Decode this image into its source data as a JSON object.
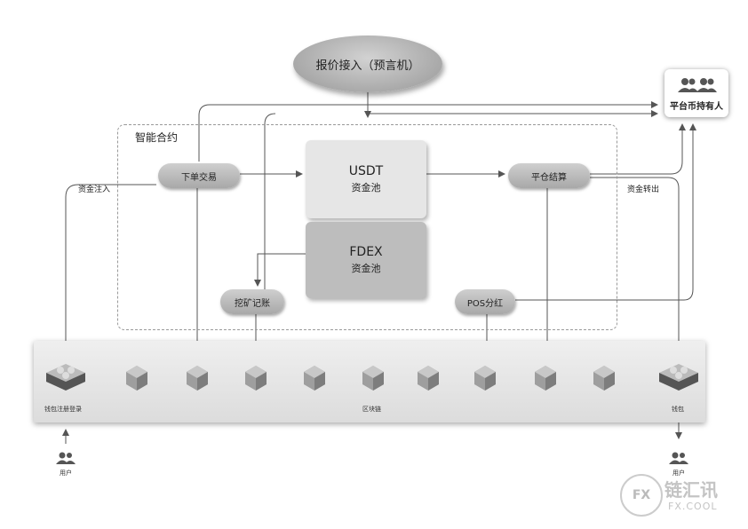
{
  "oracle": "报价接入（预言机）",
  "holders": "平台币持有人",
  "smart_contract": "智能合约",
  "nodes": {
    "place_order": "下单交易",
    "close_settle": "平仓结算",
    "mining": "挖矿记账",
    "pos": "POS分红"
  },
  "pools": {
    "usdt_name": "USDT",
    "usdt_sub": "资金池",
    "fdex_name": "FDEX",
    "fdex_sub": "资金池"
  },
  "flow_labels": {
    "fund_in": "资金注入",
    "fund_out": "资金转出"
  },
  "chain": {
    "wallet_register": "钱包注册登录",
    "blockchain": "区块链",
    "wallet": "钱包"
  },
  "user_label": "用户",
  "watermark": {
    "logo": "FX",
    "brand": "链汇讯",
    "domain": "FX.COOL"
  },
  "colors": {
    "accent_box": "#c3c3c3",
    "usdt_pool": "#e6e6e6",
    "fdex_pool": "#bdbdbd",
    "line": "#555555"
  }
}
